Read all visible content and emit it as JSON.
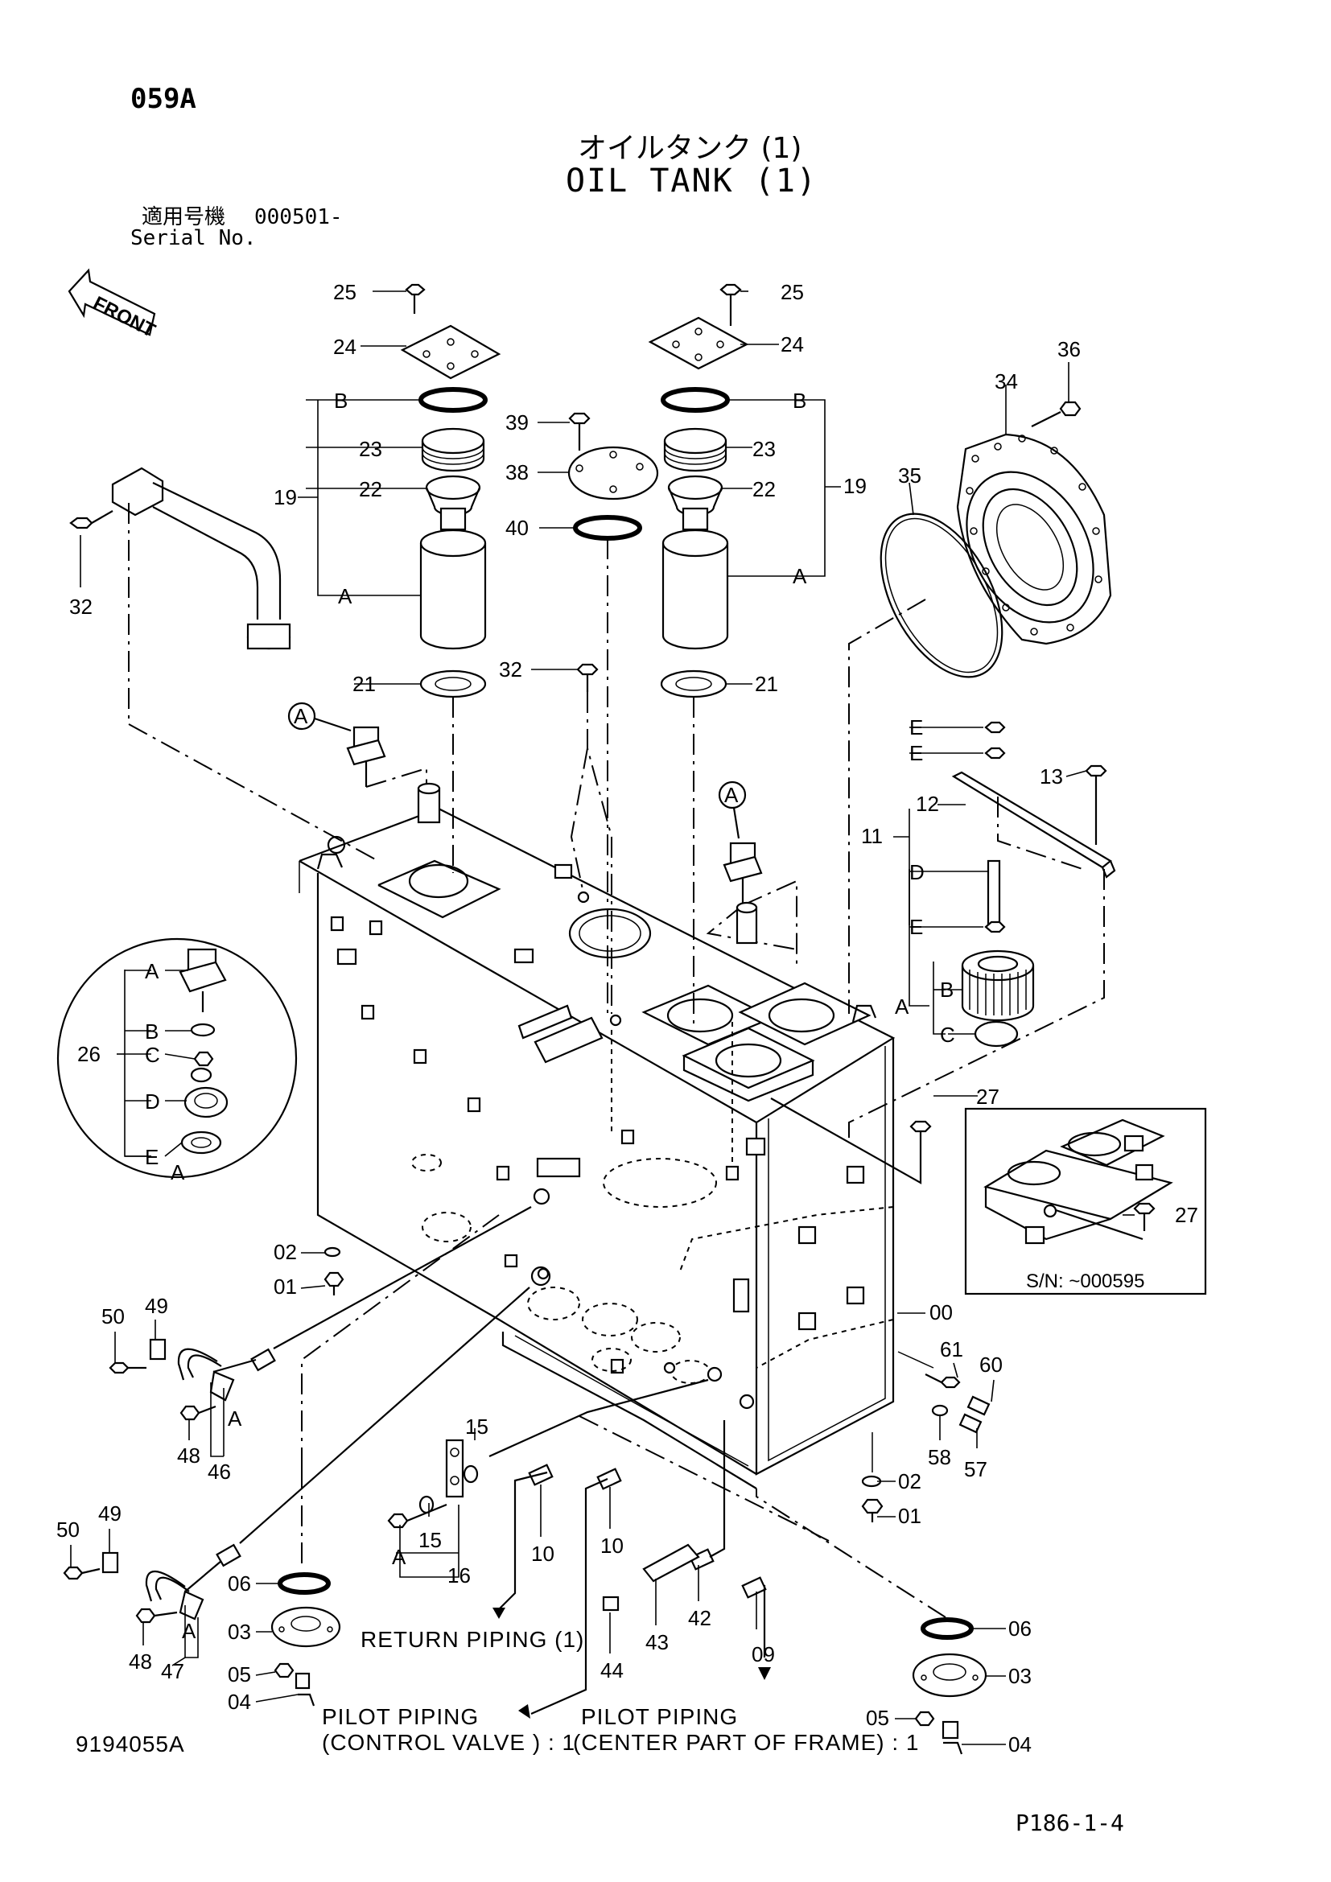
{
  "header": {
    "page_code": "059A",
    "title_jp": "オイルタンク (1)",
    "title_en": "OIL TANK (1)",
    "serial_label_jp": "適用号機",
    "serial_value": "000501-",
    "serial_label_en": "Serial No."
  },
  "direction": {
    "label": "FRONT"
  },
  "callouts": {
    "c00": "00",
    "c01a": "01",
    "c01b": "01",
    "c02a": "02",
    "c02b": "02",
    "c03a": "03",
    "c03b": "03",
    "c04a": "04",
    "c04b": "04",
    "c05a": "05",
    "c05b": "05",
    "c06a": "06",
    "c06b": "06",
    "c09": "09",
    "c10a": "10",
    "c10b": "10",
    "c11": "11",
    "c12": "12",
    "c13": "13",
    "c15a": "15",
    "c15b": "15",
    "c16": "16",
    "c19a": "19",
    "c19b": "19",
    "c21a": "21",
    "c21b": "21",
    "c22a": "22",
    "c22b": "22",
    "c23a": "23",
    "c23b": "23",
    "c24a": "24",
    "c24b": "24",
    "c25a": "25",
    "c25b": "25",
    "c26": "26",
    "c27a": "27",
    "c27b": "27",
    "c32a": "32",
    "c32b": "32",
    "c34": "34",
    "c35": "35",
    "c36": "36",
    "c38": "38",
    "c39": "39",
    "c40": "40",
    "c42": "42",
    "c43": "43",
    "c44": "44",
    "c46": "46",
    "c47": "47",
    "c48a": "48",
    "c48b": "48",
    "c49a": "49",
    "c49b": "49",
    "c50a": "50",
    "c50b": "50",
    "c57": "57",
    "c58": "58",
    "c60": "60",
    "c61": "61"
  },
  "letters": {
    "A1": "A",
    "A2": "A",
    "A3": "A",
    "A4": "A",
    "A5": "A",
    "A6": "A",
    "A7": "A",
    "A8": "A",
    "A9": "A",
    "A10": "A",
    "A11": "A",
    "B1": "B",
    "B2": "B",
    "B3": "B",
    "B4": "B",
    "C1": "C",
    "C2": "C",
    "D1": "D",
    "D2": "D",
    "E1": "E",
    "E2": "E",
    "E3": "E",
    "E4": "E"
  },
  "inset": {
    "serial_note": "S/N: ~000595"
  },
  "piping": {
    "return": "RETURN PIPING (1)",
    "pilot_cv_1": "PILOT PIPING",
    "pilot_cv_2": "(CONTROL VALVE ) : 1",
    "pilot_cf_1": "PILOT PIPING",
    "pilot_cf_2": "(CENTER PART OF FRAME) : 1"
  },
  "footer": {
    "drawing_no": "9194055A",
    "page_ref": "P186-1-4"
  }
}
